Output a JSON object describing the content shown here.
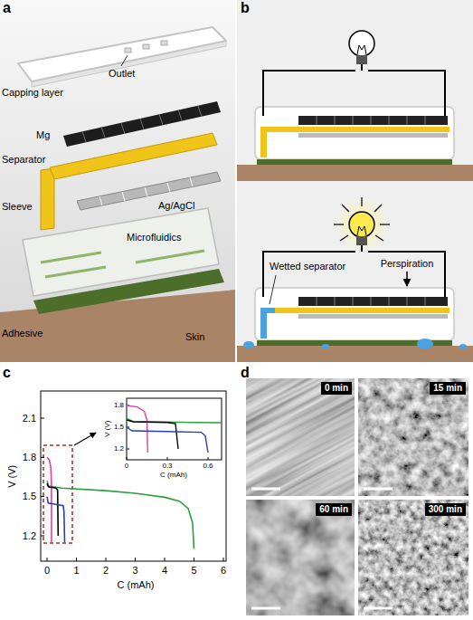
{
  "diagram": {
    "nodes": [
      {
        "text": [
          "0 min"
        ]
      },
      {
        "text": [
          "15 min"
        ]
      },
      {
        "text": [
          "60 min"
        ]
      },
      {
        "text": [
          "300 min"
        ]
      }
    ],
    "labels": [
      "a",
      "Capping layer",
      "Outlet",
      "Mg",
      "Separator",
      "Sleeve",
      "Ag/AgCl",
      "Microfluidics",
      "Adhesive",
      "Skin",
      "b",
      "Perspiration",
      "Wetted separator",
      "c",
      "2.1",
      "1.8",
      "1.5",
      "1.2",
      "0",
      "1",
      "2",
      "3",
      "4",
      "5",
      "6",
      "V (V)",
      "C (mAh)",
      "1.8",
      "1.5",
      "1.2",
      "0",
      "0.3",
      "0.6",
      "V (V)",
      "C (mAh)",
      "d"
    ]
  }
}
